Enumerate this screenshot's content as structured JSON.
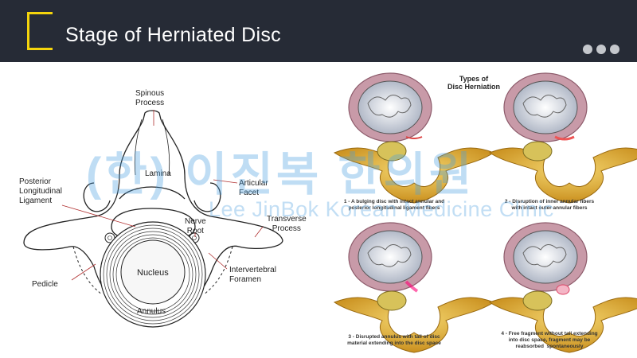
{
  "slide": {
    "title": "Stage of Herniated Disc"
  },
  "anatomy": {
    "labels": {
      "spinous": "Spinous\nProcess",
      "lamina": "Lamina",
      "pll": "Posterior\nLongitudinal\nLigament",
      "facet": "Articular\nFacet",
      "nerve": "Nerve\nRoot",
      "transverse": "Transverse\nProcess",
      "pedicle": "Pedicle",
      "foramen": "Intervertebral\nForamen",
      "nucleus": "Nucleus",
      "annulus": "Annulus"
    }
  },
  "types": {
    "title": "Types of\nDisc Herniation",
    "captions": [
      "1 - A bulging disc with intact annular and\nposterior longitudinal ligament fibers",
      "2 - Disruption of inner annular fibers\nwith intact outer annular fibers",
      "3 - Disrupted annulus with tail of disc\nmaterial extending into the disc space",
      "4 - Free fragment without tail extending\ninto disc space, fragment may be\nreabsorbed  spontaneously"
    ]
  },
  "watermark": {
    "korean": "(한) 이진복 한의원",
    "english": "Lee JinBok Korean Medicine Clinic"
  },
  "colors": {
    "header_bg": "#262b36",
    "accent": "#f4d40c"
  }
}
